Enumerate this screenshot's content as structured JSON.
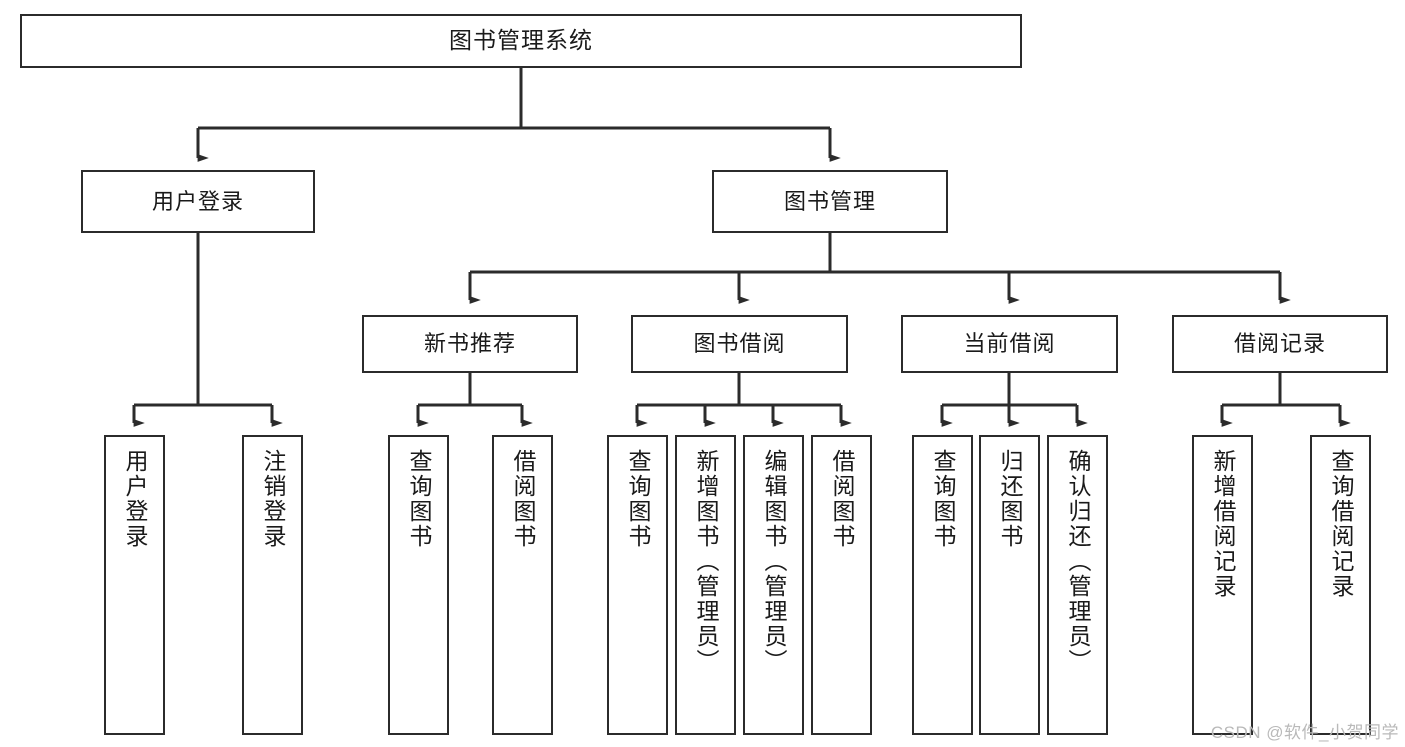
{
  "diagram": {
    "title": "图书管理系统",
    "type": "tree",
    "watermark": "CSDN @软件_小贺同学",
    "colors": {
      "box_border": "#2b2b2b",
      "box_fill": "#ffffff",
      "edge": "#2b2b2b",
      "text": "#1a1a1a",
      "watermark": "#b9b9b9",
      "background": "#ffffff"
    },
    "nodes": {
      "root": {
        "label": "图书管理系统"
      },
      "level2": [
        {
          "id": "user-login",
          "label": "用户登录"
        },
        {
          "id": "book-manage",
          "label": "图书管理"
        }
      ],
      "level3": [
        {
          "id": "new-book-recommend",
          "label": "新书推荐"
        },
        {
          "id": "book-borrow",
          "label": "图书借阅"
        },
        {
          "id": "current-borrow",
          "label": "当前借阅"
        },
        {
          "id": "borrow-record",
          "label": "借阅记录"
        }
      ],
      "leaves": {
        "user_login": [
          {
            "id": "leaf-user-login",
            "label": "用户登录"
          },
          {
            "id": "leaf-logout-login",
            "label": "注销登录"
          }
        ],
        "new_book_recommend": [
          {
            "id": "leaf-query-book-1",
            "label": "查询图书"
          },
          {
            "id": "leaf-borrow-book-1",
            "label": "借阅图书"
          }
        ],
        "book_borrow": [
          {
            "id": "leaf-query-book-2",
            "label": "查询图书"
          },
          {
            "id": "leaf-add-book",
            "label": "新增图书（管理员）"
          },
          {
            "id": "leaf-edit-book",
            "label": "编辑图书（管理员）"
          },
          {
            "id": "leaf-borrow-book-2",
            "label": "借阅图书"
          }
        ],
        "current_borrow": [
          {
            "id": "leaf-query-book-3",
            "label": "查询图书"
          },
          {
            "id": "leaf-return-book",
            "label": "归还图书"
          },
          {
            "id": "leaf-confirm-return",
            "label": "确认归还（管理员）"
          }
        ],
        "borrow_record": [
          {
            "id": "leaf-add-borrow-record",
            "label": "新增借阅记录"
          },
          {
            "id": "leaf-query-borrow-record",
            "label": "查询借阅记录"
          }
        ]
      }
    }
  }
}
